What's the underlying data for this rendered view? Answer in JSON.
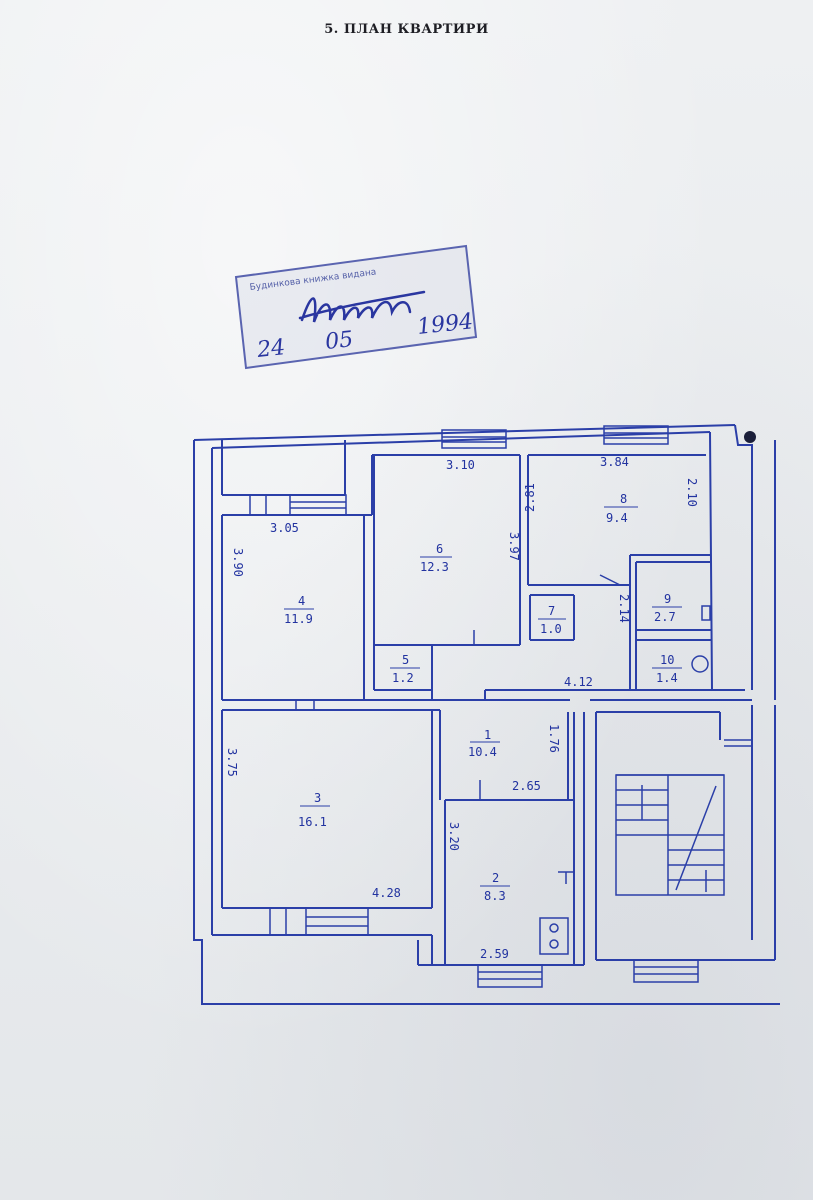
{
  "document": {
    "title": "5. ПЛАН КВАРТИРИ"
  },
  "stamp": {
    "text": "Будинкова книжка видана",
    "day": "24",
    "month": "05",
    "year": "1994"
  },
  "rooms": [
    {
      "number": "1",
      "area": "10.4"
    },
    {
      "number": "2",
      "area": "8.3"
    },
    {
      "number": "3",
      "area": "16.1"
    },
    {
      "number": "4",
      "area": "11.9"
    },
    {
      "number": "5",
      "area": "1.2"
    },
    {
      "number": "6",
      "area": "12.3"
    },
    {
      "number": "7",
      "area": "1.0"
    },
    {
      "number": "8",
      "area": "9.4"
    },
    {
      "number": "9",
      "area": "2.7"
    },
    {
      "number": "10",
      "area": "1.4"
    }
  ],
  "dimensions": [
    "3.10",
    "3.84",
    "3.05",
    "3.97",
    "2.81",
    "2.10",
    "3.90",
    "2.14",
    "4.12",
    "1.76",
    "3.75",
    "2.65",
    "3.20",
    "4.28",
    "2.59"
  ],
  "colors": {
    "ink": "#2b3fa8",
    "paper": "#e9ebee"
  }
}
